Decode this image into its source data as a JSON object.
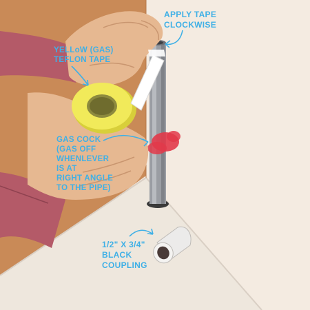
{
  "labels": {
    "apply_tape": "APPLY TAPE\nCLOCKWISE",
    "teflon_tape": "YELLoW (GAS)\nTEFLON TAPE",
    "gas_cock": "GAS COCK\n(GAS OFF\nWHENLEVER\nIS AT\nRIGHT ANGLE\nTO THE PIPE)",
    "coupling": "1/2\" X 3/4\"\nBLACK\nCOUPLING"
  },
  "colors": {
    "label": "#3fb0e6",
    "wall": "#c98a57",
    "floor": "#f3ebe0",
    "skin": "#e6b891",
    "sleeve": "#b45a68",
    "pipe": "#9a9da3",
    "tape_roll": "#f1ea5a",
    "gas_cock_handle": "#e23a4a"
  }
}
